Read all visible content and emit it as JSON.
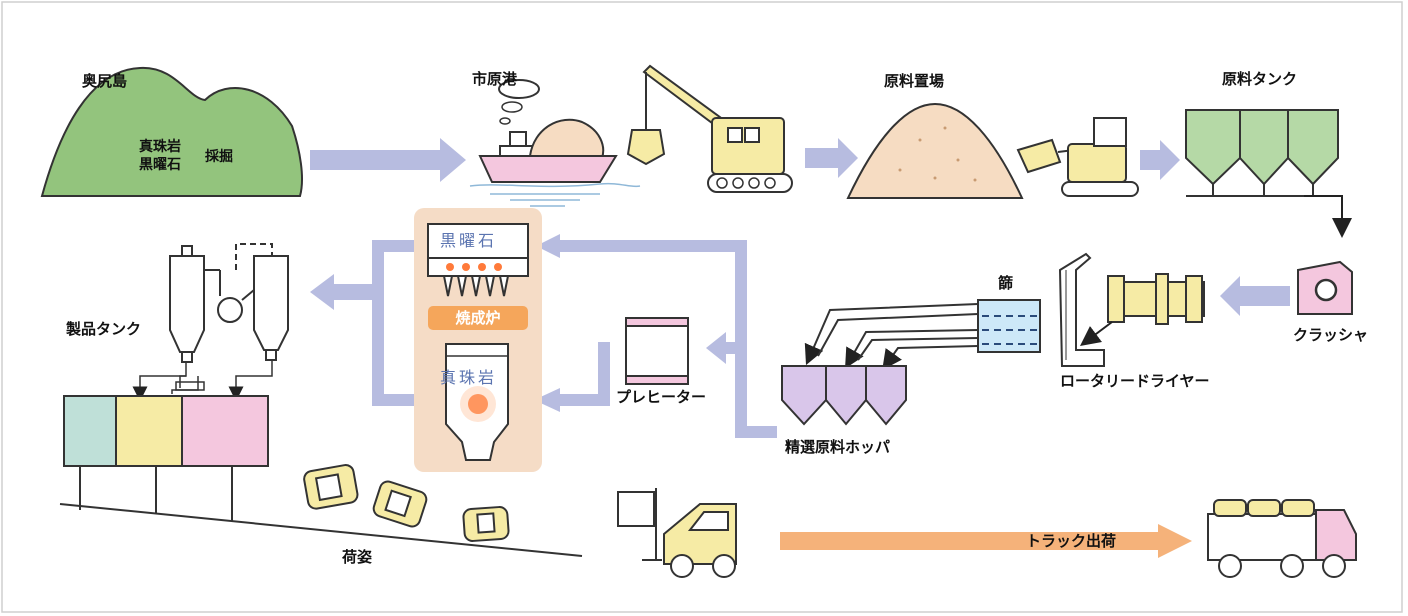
{
  "colors": {
    "flow_arrow": "#b7bce0",
    "mountain": "#93c47d",
    "sand": "#f6dcc2",
    "machine": "#f6eba5",
    "tank_green": "#b5d9a6",
    "hopper_purple": "#d9c6ea",
    "pink": "#f4c7de",
    "teal_bin": "#bfe0d8",
    "furnace_bg": "#f5dcc6",
    "shipping_arrow": "#f5b27a",
    "sieve_blue": "#cde8f8"
  },
  "labels": {
    "island": "奥尻島",
    "ores": "真珠岩\n黒曜石",
    "mining": "採掘",
    "port": "市原港",
    "stockyard": "原料置場",
    "raw_tank": "原料タンク",
    "crusher": "クラッシャ",
    "rotary_dryer": "ロータリードライヤー",
    "sieve": "篩",
    "selected_hopper": "精選原料ホッパ",
    "preheater": "プレヒーター",
    "kiln": "焼成炉",
    "obsidian": "黒曜石",
    "perlite": "真珠岩",
    "product_tank": "製品タンク",
    "packaging": "荷姿",
    "truck_shipping": "トラック出荷"
  }
}
